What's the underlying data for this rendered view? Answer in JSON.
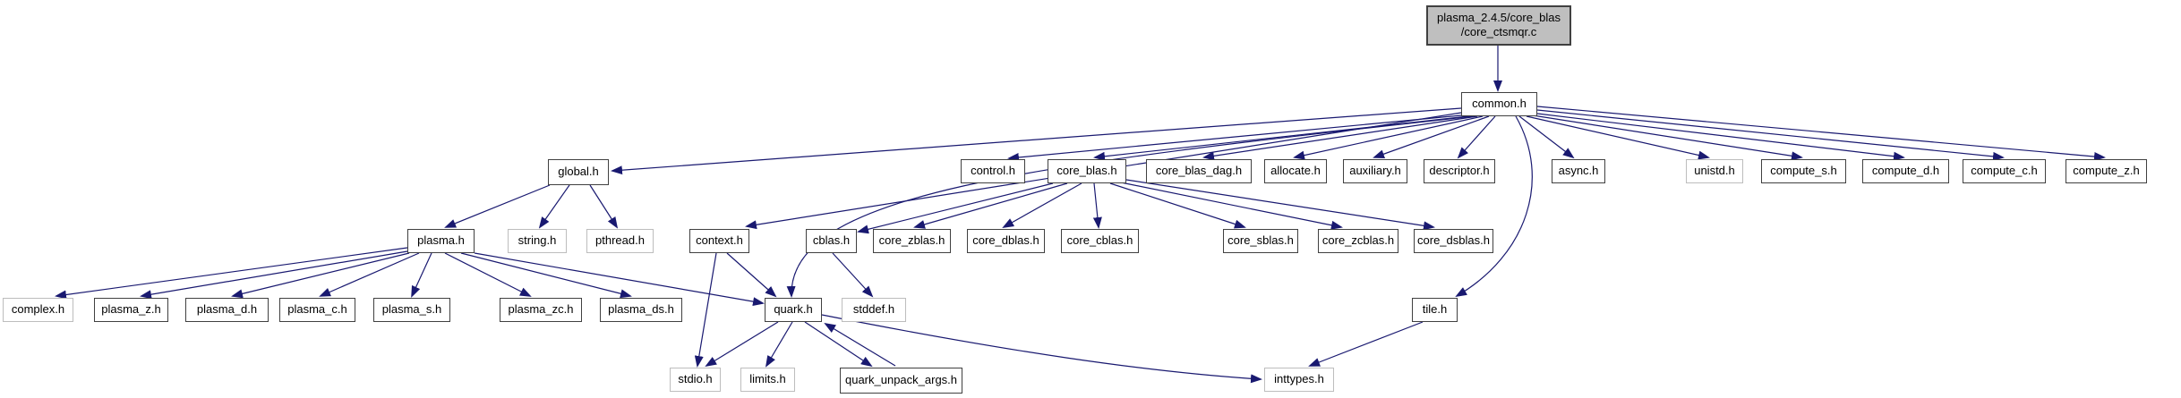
{
  "graph": {
    "edge_color": "#191970",
    "source_node_fill": "#bfbfbf",
    "node_fill": "#ffffff",
    "node_border": "#404040",
    "system_node_border": "#bdbdbd",
    "nodes": {
      "main": {
        "label": "plasma_2.4.5/core_blas/core_ctsmqr.c",
        "label_lines": [
          "plasma_2.4.5/core_blas",
          "/core_ctsmqr.c"
        ],
        "kind": "source"
      },
      "common": {
        "label": "common.h",
        "kind": "header"
      },
      "global": {
        "label": "global.h",
        "kind": "header"
      },
      "control": {
        "label": "control.h",
        "kind": "header"
      },
      "core_blas": {
        "label": "core_blas.h",
        "kind": "header"
      },
      "core_blas_dag": {
        "label": "core_blas_dag.h",
        "kind": "header"
      },
      "allocate": {
        "label": "allocate.h",
        "kind": "header"
      },
      "auxiliary": {
        "label": "auxiliary.h",
        "kind": "header"
      },
      "descriptor": {
        "label": "descriptor.h",
        "kind": "header"
      },
      "async": {
        "label": "async.h",
        "kind": "header"
      },
      "unistd": {
        "label": "unistd.h",
        "kind": "system"
      },
      "compute_s": {
        "label": "compute_s.h",
        "kind": "header"
      },
      "compute_d": {
        "label": "compute_d.h",
        "kind": "header"
      },
      "compute_c": {
        "label": "compute_c.h",
        "kind": "header"
      },
      "compute_z": {
        "label": "compute_z.h",
        "kind": "header"
      },
      "plasma": {
        "label": "plasma.h",
        "kind": "header"
      },
      "string": {
        "label": "string.h",
        "kind": "system"
      },
      "pthread": {
        "label": "pthread.h",
        "kind": "system"
      },
      "context": {
        "label": "context.h",
        "kind": "header"
      },
      "cblas": {
        "label": "cblas.h",
        "kind": "header"
      },
      "core_zblas": {
        "label": "core_zblas.h",
        "kind": "header"
      },
      "core_dblas": {
        "label": "core_dblas.h",
        "kind": "header"
      },
      "core_cblas": {
        "label": "core_cblas.h",
        "kind": "header"
      },
      "core_sblas": {
        "label": "core_sblas.h",
        "kind": "header"
      },
      "core_zcblas": {
        "label": "core_zcblas.h",
        "kind": "header"
      },
      "core_dsblas": {
        "label": "core_dsblas.h",
        "kind": "header"
      },
      "complex": {
        "label": "complex.h",
        "kind": "system"
      },
      "plasma_z": {
        "label": "plasma_z.h",
        "kind": "header"
      },
      "plasma_d": {
        "label": "plasma_d.h",
        "kind": "header"
      },
      "plasma_c": {
        "label": "plasma_c.h",
        "kind": "header"
      },
      "plasma_s": {
        "label": "plasma_s.h",
        "kind": "header"
      },
      "plasma_zc": {
        "label": "plasma_zc.h",
        "kind": "header"
      },
      "plasma_ds": {
        "label": "plasma_ds.h",
        "kind": "header"
      },
      "quark": {
        "label": "quark.h",
        "kind": "header"
      },
      "stddef": {
        "label": "stddef.h",
        "kind": "system"
      },
      "tile": {
        "label": "tile.h",
        "kind": "header"
      },
      "stdio": {
        "label": "stdio.h",
        "kind": "system"
      },
      "limits": {
        "label": "limits.h",
        "kind": "system"
      },
      "quark_unpack_args": {
        "label": "quark_unpack_args.h",
        "kind": "header"
      },
      "inttypes": {
        "label": "inttypes.h",
        "kind": "system"
      }
    },
    "edges": [
      {
        "from": "main",
        "to": "common"
      },
      {
        "from": "common",
        "to": "global"
      },
      {
        "from": "common",
        "to": "context"
      },
      {
        "from": "common",
        "to": "control"
      },
      {
        "from": "common",
        "to": "core_blas"
      },
      {
        "from": "common",
        "to": "core_blas_dag"
      },
      {
        "from": "common",
        "to": "allocate"
      },
      {
        "from": "common",
        "to": "auxiliary"
      },
      {
        "from": "common",
        "to": "descriptor"
      },
      {
        "from": "common",
        "to": "async"
      },
      {
        "from": "common",
        "to": "unistd"
      },
      {
        "from": "common",
        "to": "compute_s"
      },
      {
        "from": "common",
        "to": "compute_d"
      },
      {
        "from": "common",
        "to": "compute_c"
      },
      {
        "from": "common",
        "to": "compute_z"
      },
      {
        "from": "common",
        "to": "quark"
      },
      {
        "from": "common",
        "to": "tile"
      },
      {
        "from": "global",
        "to": "plasma"
      },
      {
        "from": "global",
        "to": "string"
      },
      {
        "from": "global",
        "to": "pthread"
      },
      {
        "from": "plasma",
        "to": "complex"
      },
      {
        "from": "plasma",
        "to": "plasma_z"
      },
      {
        "from": "plasma",
        "to": "plasma_d"
      },
      {
        "from": "plasma",
        "to": "plasma_c"
      },
      {
        "from": "plasma",
        "to": "plasma_s"
      },
      {
        "from": "plasma",
        "to": "plasma_zc"
      },
      {
        "from": "plasma",
        "to": "plasma_ds"
      },
      {
        "from": "plasma",
        "to": "quark"
      },
      {
        "from": "context",
        "to": "stdio"
      },
      {
        "from": "context",
        "to": "quark"
      },
      {
        "from": "cblas",
        "to": "stddef"
      },
      {
        "from": "core_blas",
        "to": "cblas"
      },
      {
        "from": "core_blas",
        "to": "core_zblas"
      },
      {
        "from": "core_blas",
        "to": "core_dblas"
      },
      {
        "from": "core_blas",
        "to": "core_cblas"
      },
      {
        "from": "core_blas",
        "to": "core_sblas"
      },
      {
        "from": "core_blas",
        "to": "core_zcblas"
      },
      {
        "from": "core_blas",
        "to": "core_dsblas"
      },
      {
        "from": "quark",
        "to": "stdio"
      },
      {
        "from": "quark",
        "to": "limits"
      },
      {
        "from": "quark",
        "to": "quark_unpack_args"
      },
      {
        "from": "quark_unpack_args",
        "to": "quark"
      },
      {
        "from": "quark",
        "to": "inttypes"
      },
      {
        "from": "tile",
        "to": "inttypes"
      }
    ]
  }
}
